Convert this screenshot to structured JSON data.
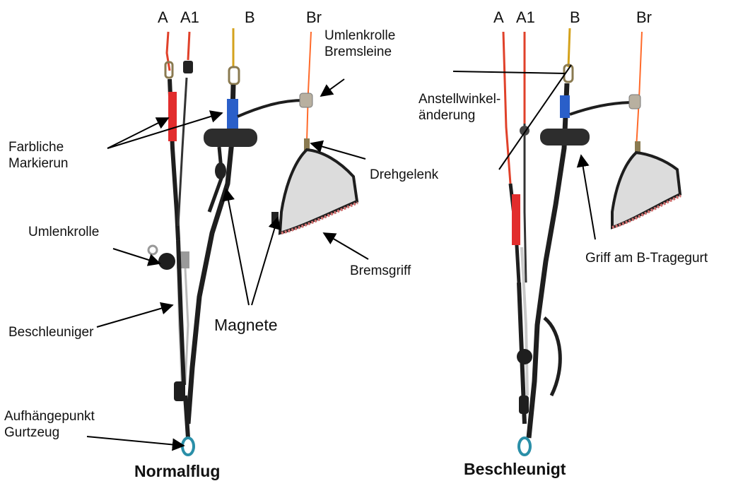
{
  "left": {
    "caption": "Normalflug",
    "columns": [
      "A",
      "A1",
      "B",
      "Br"
    ],
    "labels": {
      "pulley_brake": "Umlenkrolle\nBremsleine",
      "color_marking": "Farbliche\nMarkierun",
      "swivel": "Drehgelenk",
      "pulley": "Umlenkrolle",
      "brake_handle": "Bremsgriff",
      "accelerator": "Beschleuniger",
      "magnets": "Magnete",
      "hang_point": "Aufhängepunkt\nGurtzeug"
    }
  },
  "right": {
    "caption": "Beschleunigt",
    "columns": [
      "A",
      "A1",
      "B",
      "Br"
    ],
    "labels": {
      "angle_change": "Anstellwinkel-\nänderung",
      "b_riser_grip": "Griff am B-Tragegurt"
    }
  },
  "colors": {
    "a_line": "#e0412a",
    "b_line": "#d4a21c",
    "brake_line": "#ff6a2a",
    "marking_red": "#e22d2d",
    "marking_blue": "#2a5fc9",
    "webbing": "#1e1e1e",
    "handle_piping": "#d07070",
    "karabiner": "#2a8fa8"
  }
}
